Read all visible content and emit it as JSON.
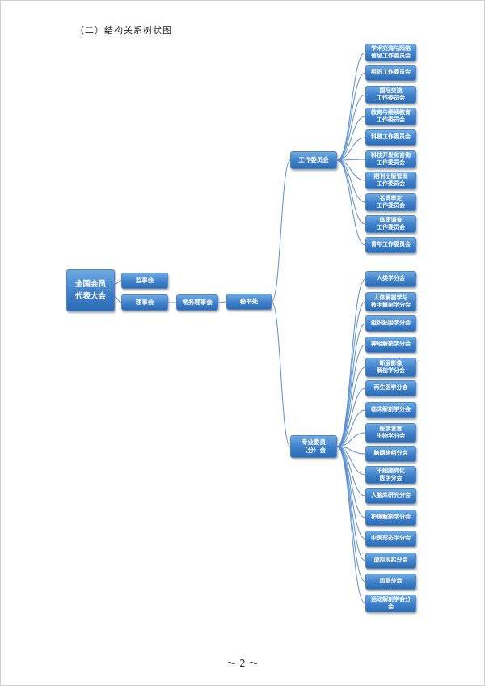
{
  "heading": "（二）结构关系树状图",
  "page_number": "～ 2 ～",
  "colors": {
    "node": "#3d7fc9",
    "line": "#5b8fcf"
  },
  "tree": {
    "root": "全国会员\n代表大会",
    "supervisors": "监事会",
    "council": "理事会",
    "standing": "常务理事会",
    "secretariat": "秘书处",
    "work_committees_label": "工作委员会",
    "work_committees": [
      "学术交流与网络\n信息工作委员会",
      "组织工作委员会",
      "国际交流\n工作委员会",
      "教育与继续教育\n工作委员会",
      "科普工作委员会",
      "科技开发和咨询\n工作委员会",
      "期刊出版管理\n工作委员会",
      "名词审定\n工作委员会",
      "体质调查\n工作委员会",
      "青年工作委员会"
    ],
    "branches_label": "专业委员\n（分）会",
    "branches": [
      "人类学分会",
      "人体解剖学与\n数字解剖学分会",
      "组织胚胎学分会",
      "神经解剖学分会",
      "断层影像\n解剖学分会",
      "再生医学分会",
      "临床解剖学分会",
      "医学发育\n生物学分会",
      "脑网络组分会",
      "干细胞转化\n医学分会",
      "人脑库研究分会",
      "护理解剖学分会",
      "中医形态学分会",
      "虚拟现实分会",
      "血管分会",
      "运动解剖学会分\n会"
    ]
  }
}
